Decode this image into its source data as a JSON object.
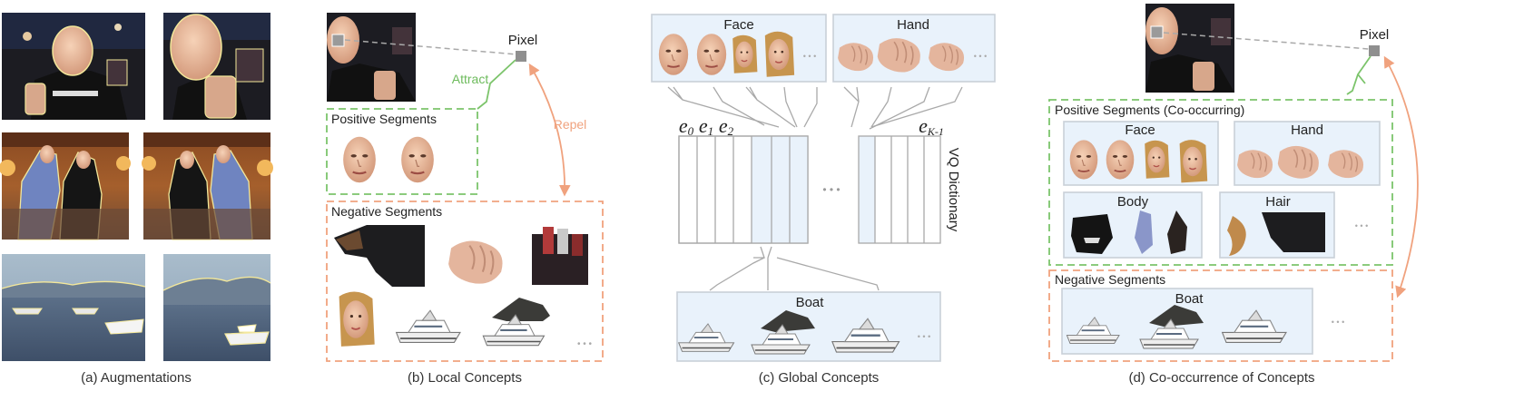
{
  "panels": {
    "a": {
      "caption": "(a) Augmentations"
    },
    "b": {
      "caption": "(b) Local Concepts",
      "pixel_label": "Pixel",
      "attract_label": "Attract",
      "repel_label": "Repel",
      "positive_label": "Positive Segments",
      "negative_label": "Negative Segments"
    },
    "c": {
      "caption": "(c) Global Concepts",
      "face_label": "Face",
      "hand_label": "Hand",
      "boat_label": "Boat",
      "dictionary_label": "VQ Dictionary",
      "codes": [
        "e0",
        "e1",
        "e2",
        "eK-1"
      ]
    },
    "d": {
      "caption": "(d) Co-occurrence of Concepts",
      "pixel_label": "Pixel",
      "positive_label": "Positive Segments (Co-occurring)",
      "negative_label": "Negative Segments",
      "face_label": "Face",
      "hand_label": "Hand",
      "body_label": "Body",
      "hair_label": "Hair",
      "boat_label": "Boat"
    }
  },
  "ellipsis": "• • •",
  "colors": {
    "positive_green": "#7cc46b",
    "negative_orange": "#f0a27e",
    "concept_box_border": "#c9d0d8",
    "concept_box_fill": "#e9f2fb",
    "link_gray": "#a9a9a9"
  },
  "icons": [
    "face-thumbnail",
    "hand-thumbnail",
    "boat-thumbnail",
    "body-thumbnail",
    "hair-thumbnail",
    "pixel-square"
  ]
}
